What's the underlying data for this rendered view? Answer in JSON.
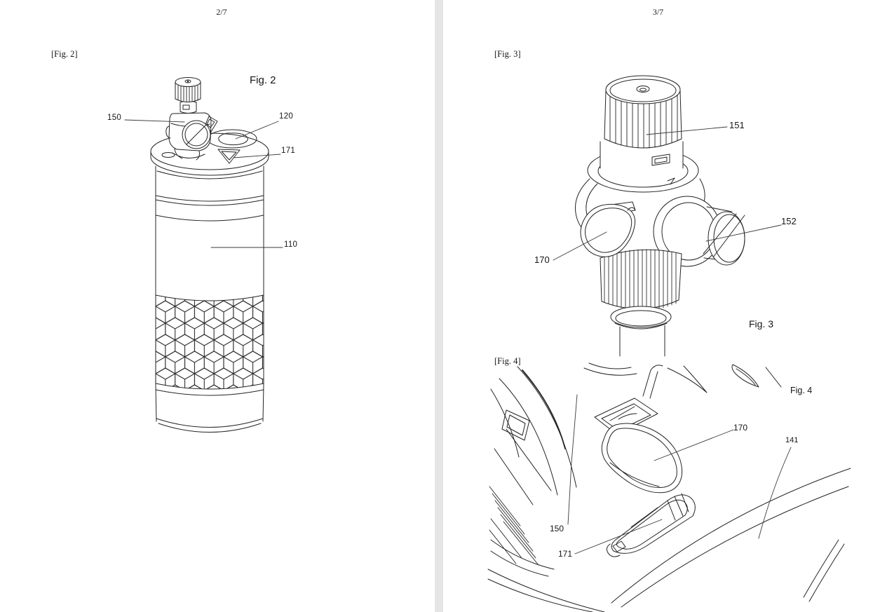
{
  "document": {
    "ink_color": "#242424",
    "page_background": "#ffffff",
    "divider_color": "#e5e5e5"
  },
  "left_page": {
    "page_number": "2/7",
    "figure_tag": "[Fig. 2]",
    "figure": {
      "caption": "Fig. 2",
      "reference_labels": [
        {
          "text": "150"
        },
        {
          "text": "120"
        },
        {
          "text": "171"
        },
        {
          "text": "110"
        }
      ]
    }
  },
  "right_page": {
    "page_number": "3/7",
    "figure3": {
      "tag": "[Fig. 3]",
      "caption": "Fig. 3",
      "reference_labels": [
        {
          "text": "151"
        },
        {
          "text": "152"
        },
        {
          "text": "170"
        }
      ]
    },
    "figure4": {
      "tag": "[Fig. 4]",
      "caption": "Fig. 4",
      "reference_labels": [
        {
          "text": "170"
        },
        {
          "text": "141"
        },
        {
          "text": "150"
        },
        {
          "text": "171"
        }
      ]
    }
  }
}
